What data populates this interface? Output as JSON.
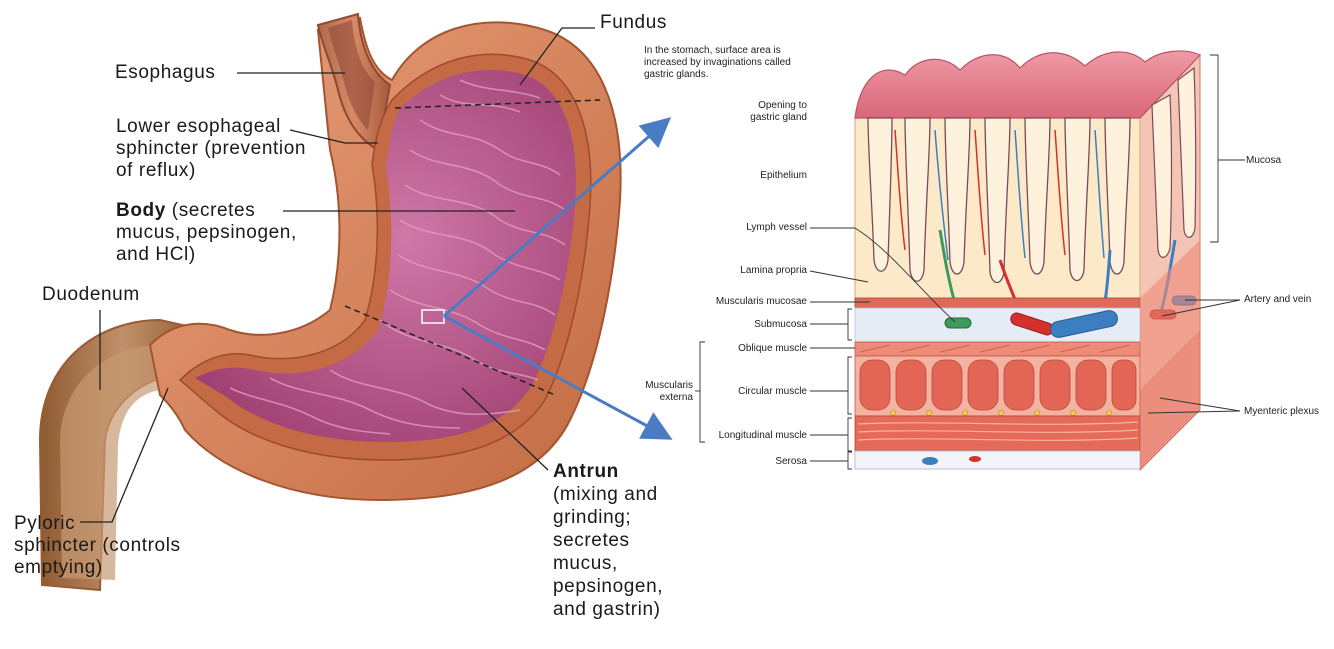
{
  "stomach_labels": {
    "fundus": "Fundus",
    "esophagus": "Esophagus",
    "les": [
      "Lower esophageal",
      "sphincter (prevention",
      "of reflux)"
    ],
    "body_bold": "Body",
    "body": [
      " (secretes",
      "mucus, pepsinogen,",
      "and HCl)"
    ],
    "duodenum": "Duodenum",
    "pyloric": [
      "Pyloric",
      "sphincter (controls",
      "emptying)"
    ],
    "antrum_bold": "Antrun",
    "antrum": [
      "(mixing and",
      "grinding;",
      "secretes",
      "mucus,",
      "pepsinogen,",
      "and gastrin)"
    ]
  },
  "wall_labels": {
    "caption": [
      "In the stomach, surface area is",
      "increased by invaginations called",
      "gastric glands."
    ],
    "opening": [
      "Opening to",
      "gastric gland"
    ],
    "epithelium": "Epithelium",
    "lymph_vessel": "Lymph vessel",
    "lamina_propria": "Lamina propria",
    "muscularis_mucosae": "Muscularis mucosae",
    "submucosa": "Submucosa",
    "oblique": "Oblique muscle",
    "muscularis_externa": [
      "Muscularis",
      "externa"
    ],
    "circular": "Circular muscle",
    "longitudinal": "Longitudinal muscle",
    "serosa": "Serosa",
    "mucosa": "Mucosa",
    "artery_vein": "Artery and vein",
    "myenteric": "Myenteric plexus"
  },
  "colors": {
    "stomach_outer": "#d8845a",
    "stomach_wall": "#c46a45",
    "lumen": "#b0487f",
    "lumen_light": "#c9689c",
    "duodenum_inner": "#b8865a",
    "arrow": "#4a7cc4",
    "muscle": "#e0584a",
    "muscle_light": "#f3b3a0",
    "mucosa_fill": "#fbe9c8",
    "epithelium": "#e58a96",
    "artery": "#d6302c",
    "vein": "#3c7fc1",
    "lymph": "#3d9a5a",
    "submucosa": "#e6ecf5"
  }
}
